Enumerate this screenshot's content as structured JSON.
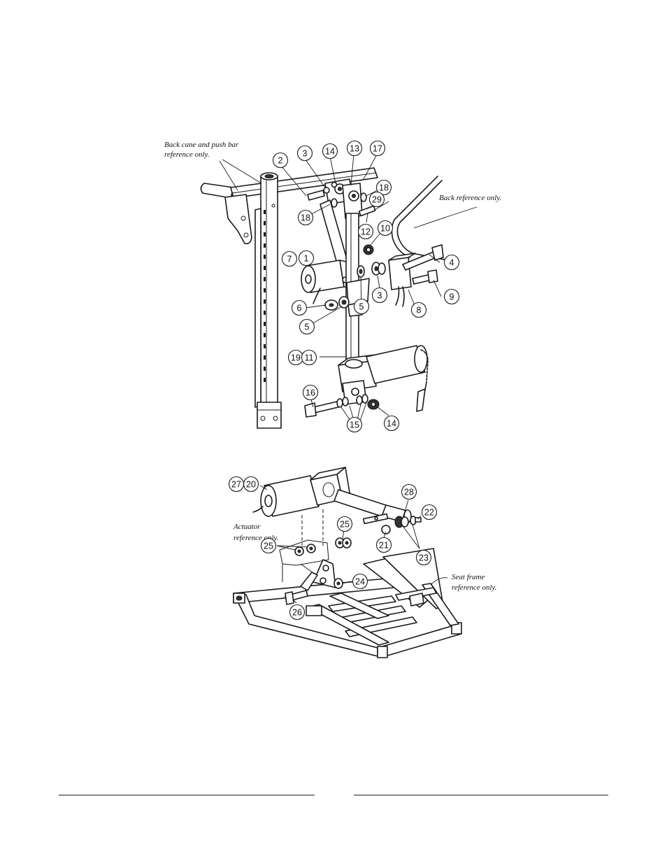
{
  "notes": {
    "back_cane": [
      "Back cane and push bar",
      "reference only."
    ],
    "back": [
      "Back reference only."
    ],
    "actuator": [
      "Actuator",
      "reference only."
    ],
    "seat_frame": [
      "Seat frame",
      "reference only."
    ]
  },
  "callouts_upper": [
    "2",
    "3",
    "14",
    "13",
    "17",
    "18",
    "29",
    "18",
    "12",
    "10",
    "4",
    "7",
    "1",
    "3",
    "9",
    "8",
    "6",
    "5",
    "5",
    "19",
    "11",
    "16",
    "15",
    "14"
  ],
  "callouts_lower": [
    "27",
    "20",
    "28",
    "22",
    "25",
    "21",
    "23",
    "25",
    "24",
    "26"
  ]
}
